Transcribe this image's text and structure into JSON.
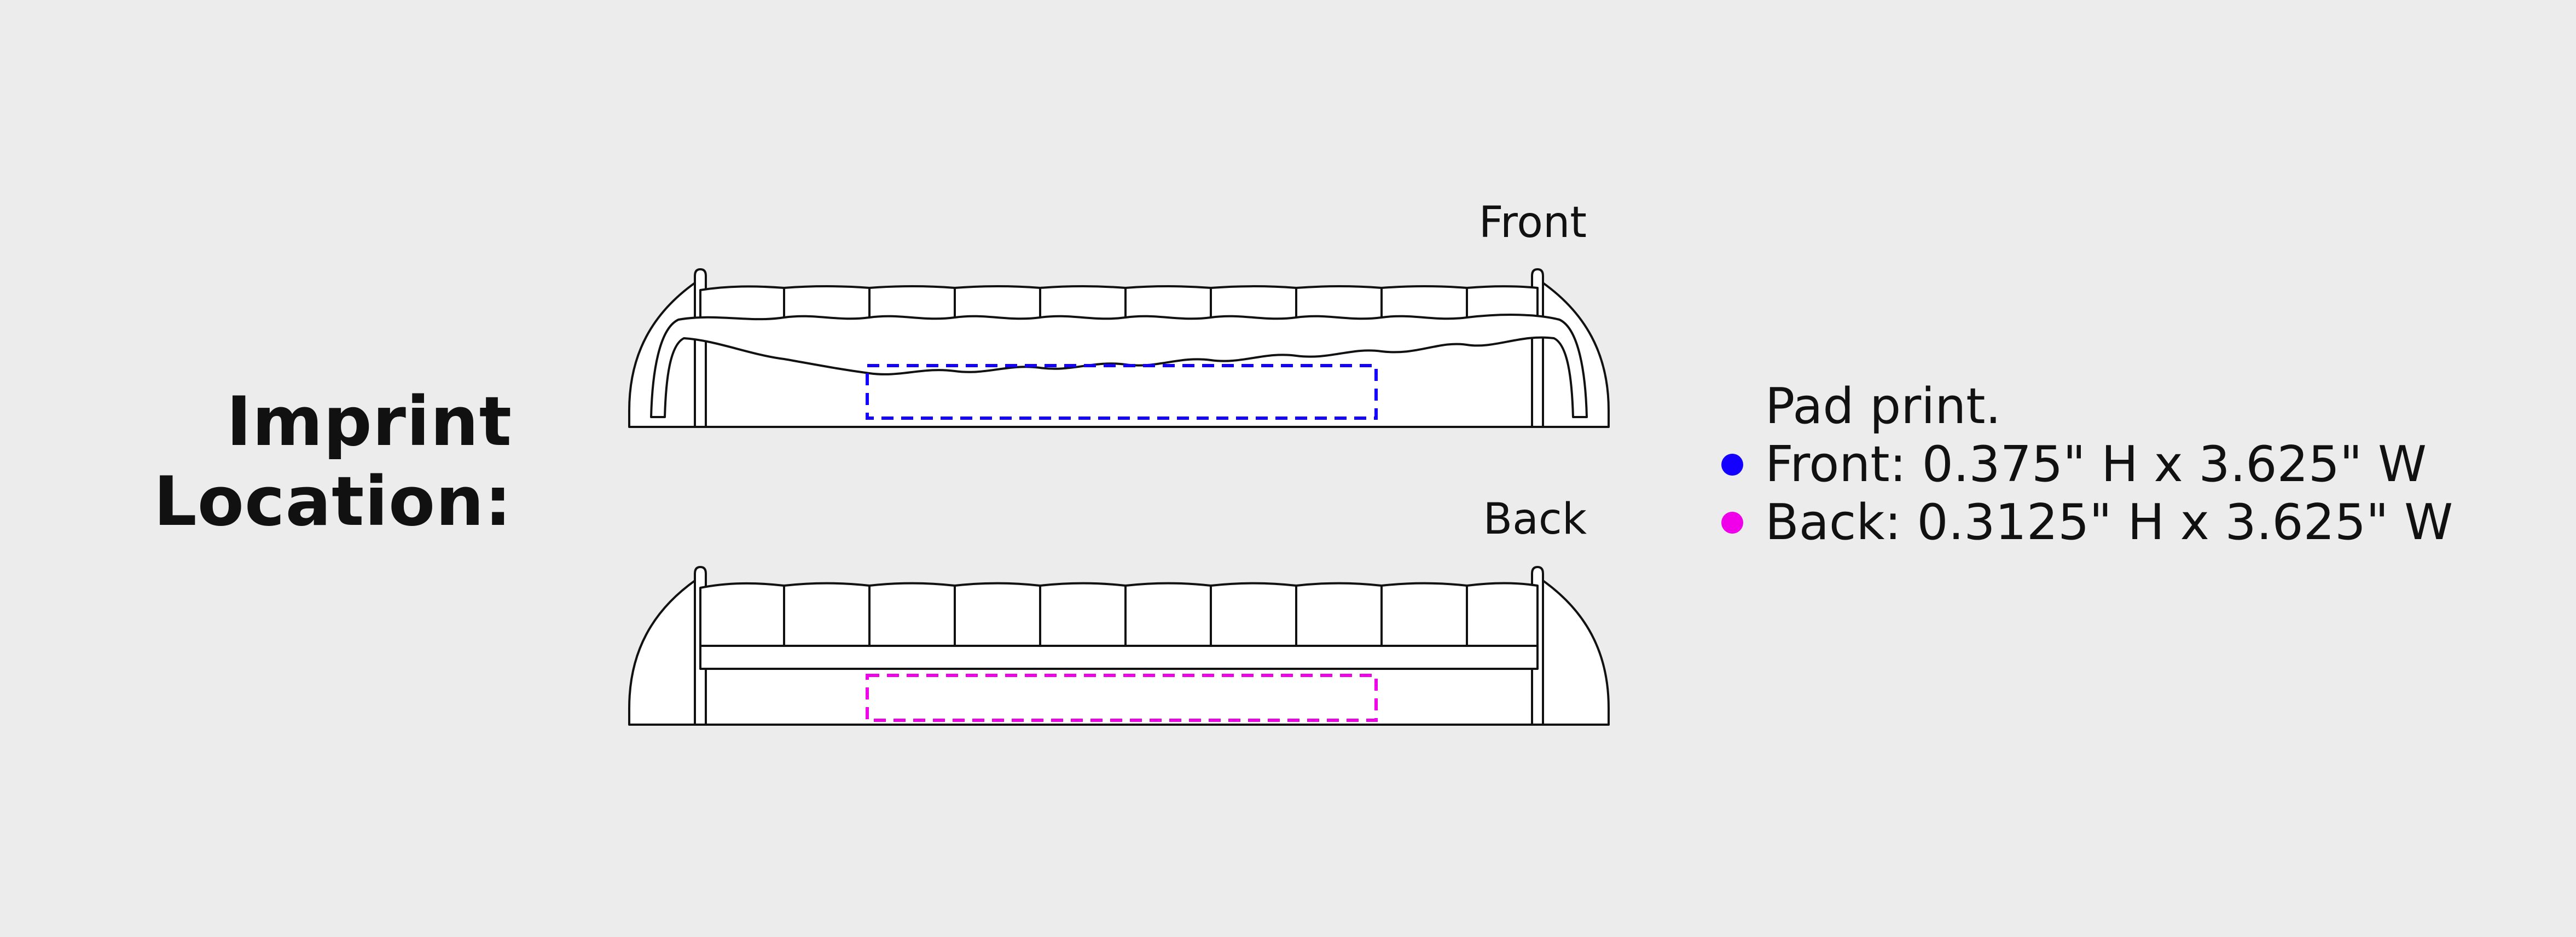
{
  "heading": {
    "line1": "Imprint",
    "line2": "Location:"
  },
  "views": {
    "front_label": "Front",
    "back_label": "Back"
  },
  "spec": {
    "title": "Pad print.",
    "front": {
      "text": "Front: 0.375\" H x 3.625\" W",
      "color": "#1400ff"
    },
    "back": {
      "text": "Back: 0.3125\" H x 3.625\" W",
      "color": "#f000e8"
    }
  },
  "colors": {
    "background": "#ececec",
    "outline": "#111111",
    "fill": "#ffffff"
  }
}
